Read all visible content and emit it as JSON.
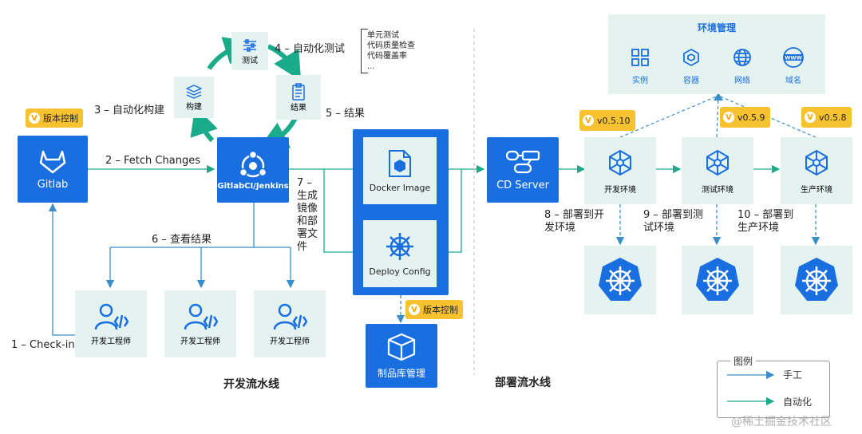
{
  "colors": {
    "blue": "#1a6fe0",
    "teal": "#1aab8a",
    "edge": "#3a8ec9",
    "badge": "#f7c230",
    "panel": "#e4f2f0"
  },
  "dev_stage": {
    "gitlab": {
      "label": "Gitlab",
      "icon": "gitlab-icon",
      "badge": "版本控制"
    },
    "ci": {
      "label": "GitlabCI/Jenkins",
      "icon": "ci-nodes-icon"
    },
    "cycle": {
      "test": {
        "label": "测试",
        "icon": "sliders-icon"
      },
      "build": {
        "label": "构建",
        "icon": "layers-icon"
      },
      "result": {
        "label": "结果",
        "icon": "clipboard-icon"
      }
    },
    "steps": {
      "checkin": "1 – Check-in",
      "fetch": "2 – Fetch Changes",
      "build": "3 – 自动化构建",
      "test": "4 – 自动化测试",
      "result": "5 – 结果",
      "view": "6 – 查看结果",
      "image_lines": [
        "7 –",
        "生成",
        "镜像",
        "和部",
        "署文",
        "件"
      ]
    },
    "test_items": [
      "单元测试",
      "代码质量检查",
      "代码覆盖率",
      "..."
    ],
    "engineers": [
      "开发工程师",
      "开发工程师",
      "开发工程师"
    ],
    "artifacts": {
      "docker": "Docker Image",
      "deploy": "Deploy Config"
    },
    "repo": {
      "label": "制品库管理",
      "badge": "版本控制"
    },
    "caption": "开发流水线"
  },
  "deploy_stage": {
    "cd_server": "CD Server",
    "env_mgmt": {
      "title": "环境管理",
      "items": [
        {
          "label": "实例",
          "icon": "grid-icon"
        },
        {
          "label": "容器",
          "icon": "cube-icon"
        },
        {
          "label": "网络",
          "icon": "globe-icon"
        },
        {
          "label": "域名",
          "icon": "www-icon"
        }
      ]
    },
    "envs": [
      {
        "label": "开发环境",
        "version": "v0.5.10",
        "step": [
          "8 – 部署到开",
          "发环境"
        ]
      },
      {
        "label": "测试环境",
        "version": "v0.5.9",
        "step": [
          "9 – 部署到测",
          "试环境"
        ]
      },
      {
        "label": "生产环境",
        "version": "v0.5.8",
        "step": [
          "10 – 部署到",
          "生产环境"
        ]
      }
    ],
    "caption": "部署流水线"
  },
  "legend": {
    "title": "图例",
    "manual": "手工",
    "auto": "自动化"
  },
  "watermark": "@稀土掘金技术社区"
}
